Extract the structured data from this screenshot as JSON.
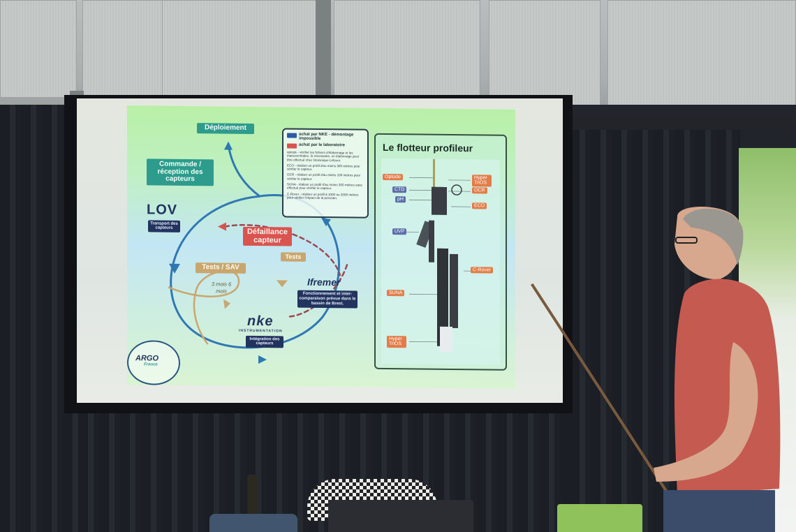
{
  "slide": {
    "deploiement": "Déploiement",
    "commande": "Commande / réception des capteurs",
    "lov": "LOV",
    "transport": "Transport des capteurs",
    "defaillance": "Défaillance capteur",
    "tests_sav": "Tests / SAV",
    "delais": "3 mois 6 mois",
    "tests": "Tests",
    "ifremer": "Ifremer",
    "ifremer_note": "Fonctionnement et inter-comparaison prévue dans le bassin de Brest.",
    "nke": "nke",
    "nke_sub": "INSTRUMENTATION",
    "integration": "Intégration des capteurs",
    "argo": "ARGO",
    "argo_sub": "France"
  },
  "legend": {
    "nke_label": "achat par NKE - démontage impossible",
    "lab_label": "achat par le laboratoire",
    "nke_color": "#2f5aa6",
    "lab_color": "#d9534f",
    "notes": [
      "optode - vérifier les fichiers d'étalonnage et les manuscrimales. Si nécessaire, un étalonnage peut être effectué chez Dominique Lefevre.",
      "ECO - réaliser un profil d'au moins 300 mètres pour vérifier le capteur.",
      "OCR - réaliser un profil d'au moins 100 mètres pour vérifier le capteur.",
      "SUNA - réaliser un profil d'au moins 300 mètres sans effectué pour vérifier le capteur.",
      "C-Rover - réaliser un profil à 1000 ou 2000 mètres pour vérifier l'impact de la pression."
    ]
  },
  "float": {
    "title": "Le flotteur profileur",
    "sensors": {
      "optode": "Optode",
      "ctd": "CTD",
      "ph": "pH",
      "uvp": "UVP",
      "suna": "SUNA",
      "hyper_bottom": "Hyper TriOS",
      "hyper_top": "Hyper TriOS",
      "ocr": "OCR",
      "eco": "ECO",
      "crover": "C-Rover"
    }
  }
}
